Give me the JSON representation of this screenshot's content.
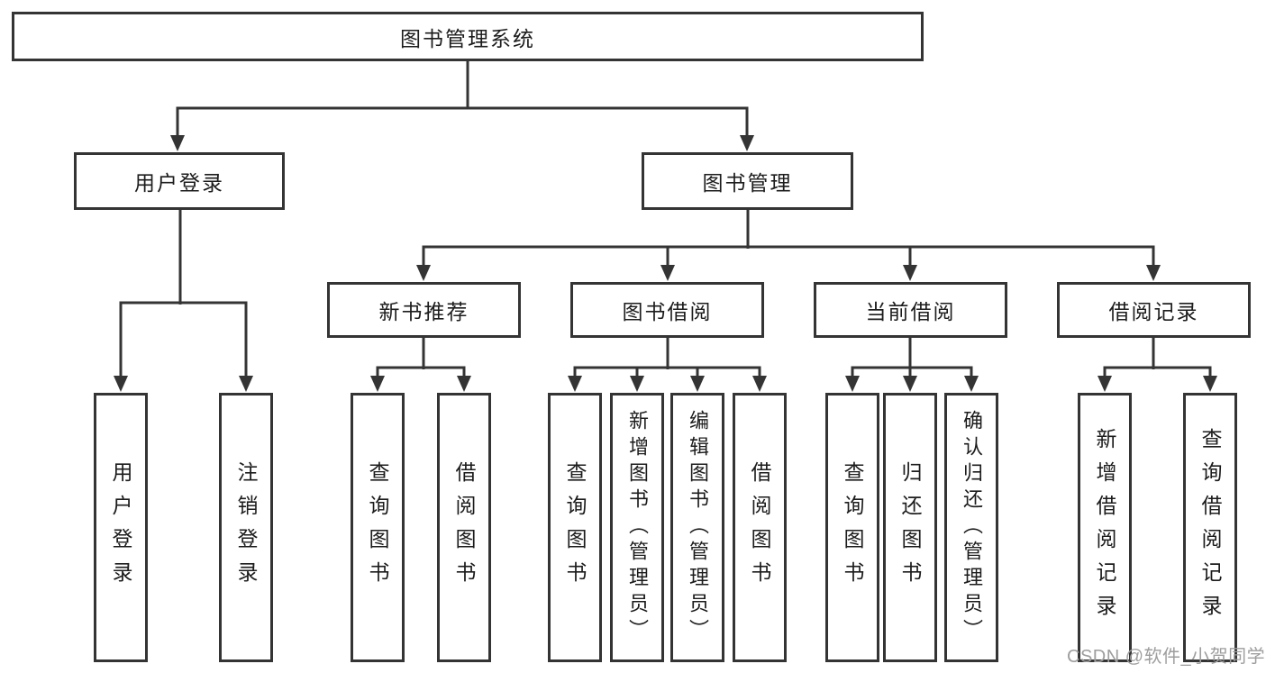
{
  "tree": {
    "root": {
      "label": "图书管理系统"
    },
    "level2": [
      {
        "label": "用户登录",
        "children": [
          {
            "label": "用户登录"
          },
          {
            "label": "注销登录"
          }
        ]
      },
      {
        "label": "图书管理",
        "sections": [
          {
            "label": "新书推荐",
            "children": [
              {
                "label": "查询图书"
              },
              {
                "label": "借阅图书"
              }
            ]
          },
          {
            "label": "图书借阅",
            "children": [
              {
                "label": "查询图书"
              },
              {
                "label": "新增图书（管理员）"
              },
              {
                "label": "编辑图书（管理员）"
              },
              {
                "label": "借阅图书"
              }
            ]
          },
          {
            "label": "当前借阅",
            "children": [
              {
                "label": "查询图书"
              },
              {
                "label": "归还图书"
              },
              {
                "label": "确认归还（管理员）"
              }
            ]
          },
          {
            "label": "借阅记录",
            "children": [
              {
                "label": "新增借阅记录"
              },
              {
                "label": "查询借阅记录"
              }
            ]
          }
        ]
      }
    ]
  },
  "watermark": {
    "text": "CSDN @软件_小贺同学"
  },
  "colors": {
    "line": "#343434",
    "box_border": "#343434",
    "text": "#1c1c1c",
    "watermark": "#9e9e9e",
    "background": "#ffffff"
  }
}
